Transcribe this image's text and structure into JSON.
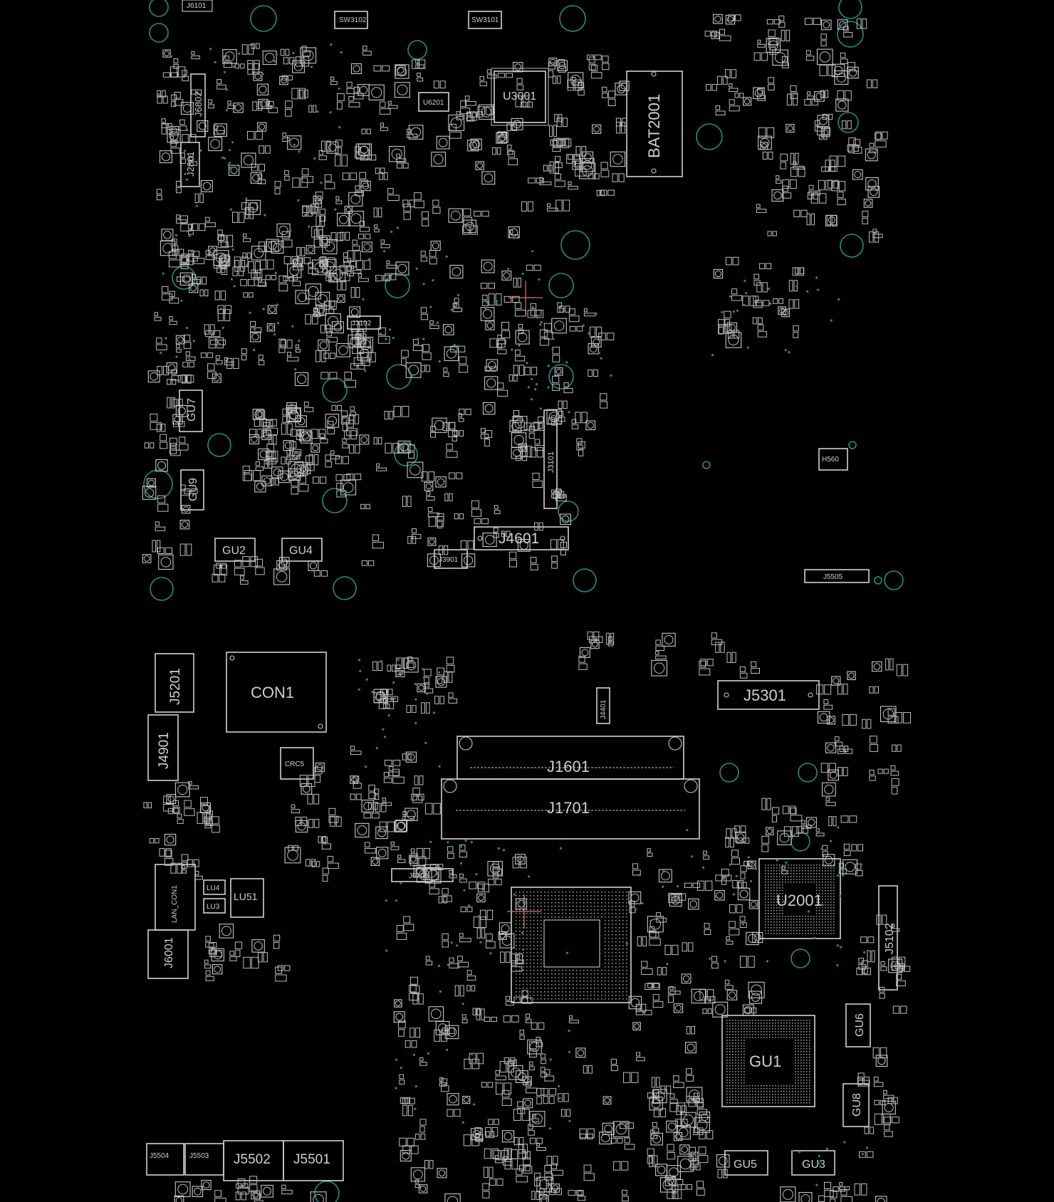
{
  "labels": {
    "u3001": "U3001",
    "bat2001": "BAT2001",
    "j6802": "J6802",
    "j2801": "J2801",
    "j3101": "J3101",
    "j4601": "J4601",
    "j3901": "J3901",
    "j3102": "J3102",
    "gu7": "GU7",
    "gu9": "GU9",
    "gu2": "GU2",
    "gu4": "GU4",
    "j5505": "J5505",
    "con1": "CON1",
    "j5201": "J5201",
    "j4901": "J4901",
    "crc5": "CRC5",
    "j5301": "J5301",
    "j1601": "J1601",
    "j1701": "J1701",
    "j0701": "J0701",
    "lan_con1": "LAN_CON1",
    "lu51": "LU51",
    "lu4": "LU4",
    "lu3": "LU3",
    "j6001": "J6001",
    "u2001": "U2001",
    "j5102": "J5102",
    "gu6": "GU6",
    "gu1": "GU1",
    "gu8": "GU8",
    "gu5": "GU5",
    "gu3": "GU3",
    "j5504": "J5504",
    "j5503": "J5503",
    "j5502": "J5502",
    "j5501": "J5501",
    "j4401": "J4401",
    "sw3102": "SW3102",
    "sw3101": "SW3101",
    "j6101": "J6101",
    "u6201": "U6201",
    "h560": "H560"
  },
  "colors": {
    "background": "#000000",
    "silkscreen": "#d2d2d2",
    "mounting_hole": "#1f8f86",
    "cursor_cross": "#e07070"
  }
}
